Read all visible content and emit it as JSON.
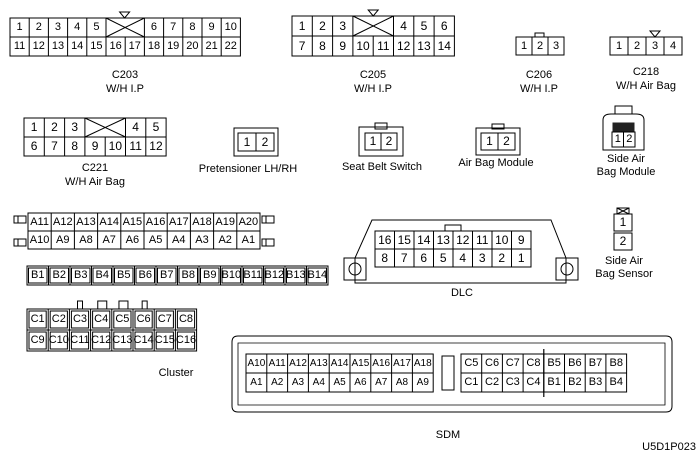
{
  "connectors": [
    {
      "id": "c203",
      "name": "C203",
      "sub": "W/H I.P",
      "rows": [
        [
          "1",
          "2",
          "3",
          "4",
          "5",
          "X",
          "6",
          "7",
          "8",
          "9",
          "10"
        ],
        [
          "11",
          "12",
          "13",
          "14",
          "15",
          "16",
          "17",
          "18",
          "19",
          "20",
          "21",
          "22"
        ]
      ]
    },
    {
      "id": "c205",
      "name": "C205",
      "sub": "W/H I.P",
      "rows": [
        [
          "1",
          "2",
          "3",
          "X",
          "4",
          "5",
          "6"
        ],
        [
          "7",
          "8",
          "9",
          "10",
          "11",
          "12",
          "13",
          "14"
        ]
      ]
    },
    {
      "id": "c206",
      "name": "C206",
      "sub": "W/H I.P",
      "rows": [
        [
          "1",
          "2",
          "3"
        ]
      ]
    },
    {
      "id": "c218",
      "name": "C218",
      "sub": "W/H Air Bag",
      "rows": [
        [
          "1",
          "2",
          "3",
          "4"
        ]
      ]
    },
    {
      "id": "c221",
      "name": "C221",
      "sub": "W/H Air Bag",
      "rows": [
        [
          "1",
          "2",
          "3",
          "X",
          "4",
          "5"
        ],
        [
          "6",
          "7",
          "8",
          "9",
          "10",
          "11",
          "12"
        ]
      ]
    },
    {
      "id": "pretensioner",
      "name": "Pretensioner LH/RH",
      "rows": [
        [
          "1",
          "2"
        ]
      ]
    },
    {
      "id": "seatbelt",
      "name": "Seat Belt Switch",
      "rows": [
        [
          "1",
          "2"
        ]
      ]
    },
    {
      "id": "airbagmodule",
      "name": "Air Bag Module",
      "rows": [
        [
          "1",
          "2"
        ]
      ]
    },
    {
      "id": "sideairbagmodule",
      "name": "Side Air\nBag Module",
      "rows": [
        [
          "1",
          "2"
        ]
      ]
    },
    {
      "id": "sideairbagsensor",
      "name": "Side Air\nBag Sensor",
      "rows": [
        [
          "1"
        ],
        [
          "2"
        ]
      ]
    },
    {
      "id": "dlc",
      "name": "DLC",
      "rows": [
        [
          "16",
          "15",
          "14",
          "13",
          "12",
          "11",
          "10",
          "9"
        ],
        [
          "8",
          "7",
          "6",
          "5",
          "4",
          "3",
          "2",
          "1"
        ]
      ]
    },
    {
      "id": "a_conn",
      "name": "",
      "rows": [
        [
          "A11",
          "A12",
          "A13",
          "A14",
          "A15",
          "A16",
          "A17",
          "A18",
          "A19",
          "A20"
        ],
        [
          "A10",
          "A9",
          "A8",
          "A7",
          "A6",
          "A5",
          "A4",
          "A3",
          "A2",
          "A1"
        ]
      ]
    },
    {
      "id": "b_conn",
      "name": "",
      "rows": [
        [
          "B1",
          "B2",
          "B3",
          "B4",
          "B5",
          "B6",
          "B7",
          "B8",
          "B9",
          "B10",
          "B11",
          "B12",
          "B13",
          "B14"
        ]
      ]
    },
    {
      "id": "cluster",
      "name": "Cluster",
      "rows": [
        [
          "C1",
          "C2",
          "C3",
          "C4",
          "C5",
          "C6",
          "C7",
          "C8"
        ],
        [
          "C9",
          "C10",
          "C11",
          "C12",
          "C13",
          "C14",
          "C15",
          "C16"
        ]
      ]
    },
    {
      "id": "sdm",
      "name": "SDM",
      "rows": [
        [
          "A10",
          "A11",
          "A12",
          "A13",
          "A14",
          "A15",
          "A16",
          "A17",
          "A18"
        ],
        [
          "A1",
          "A2",
          "A3",
          "A4",
          "A5",
          "A6",
          "A7",
          "A8",
          "A9"
        ],
        [
          "C5",
          "C6",
          "C7",
          "C8",
          "B5",
          "B6",
          "B7",
          "B8"
        ],
        [
          "C1",
          "C2",
          "C3",
          "C4",
          "B1",
          "B2",
          "B3",
          "B4"
        ]
      ]
    }
  ],
  "figure_code": "U5D1P023",
  "colors": {
    "line": "#000000",
    "dark": "#222222",
    "shade": "#cfcfcf",
    "background": "#ffffff"
  }
}
